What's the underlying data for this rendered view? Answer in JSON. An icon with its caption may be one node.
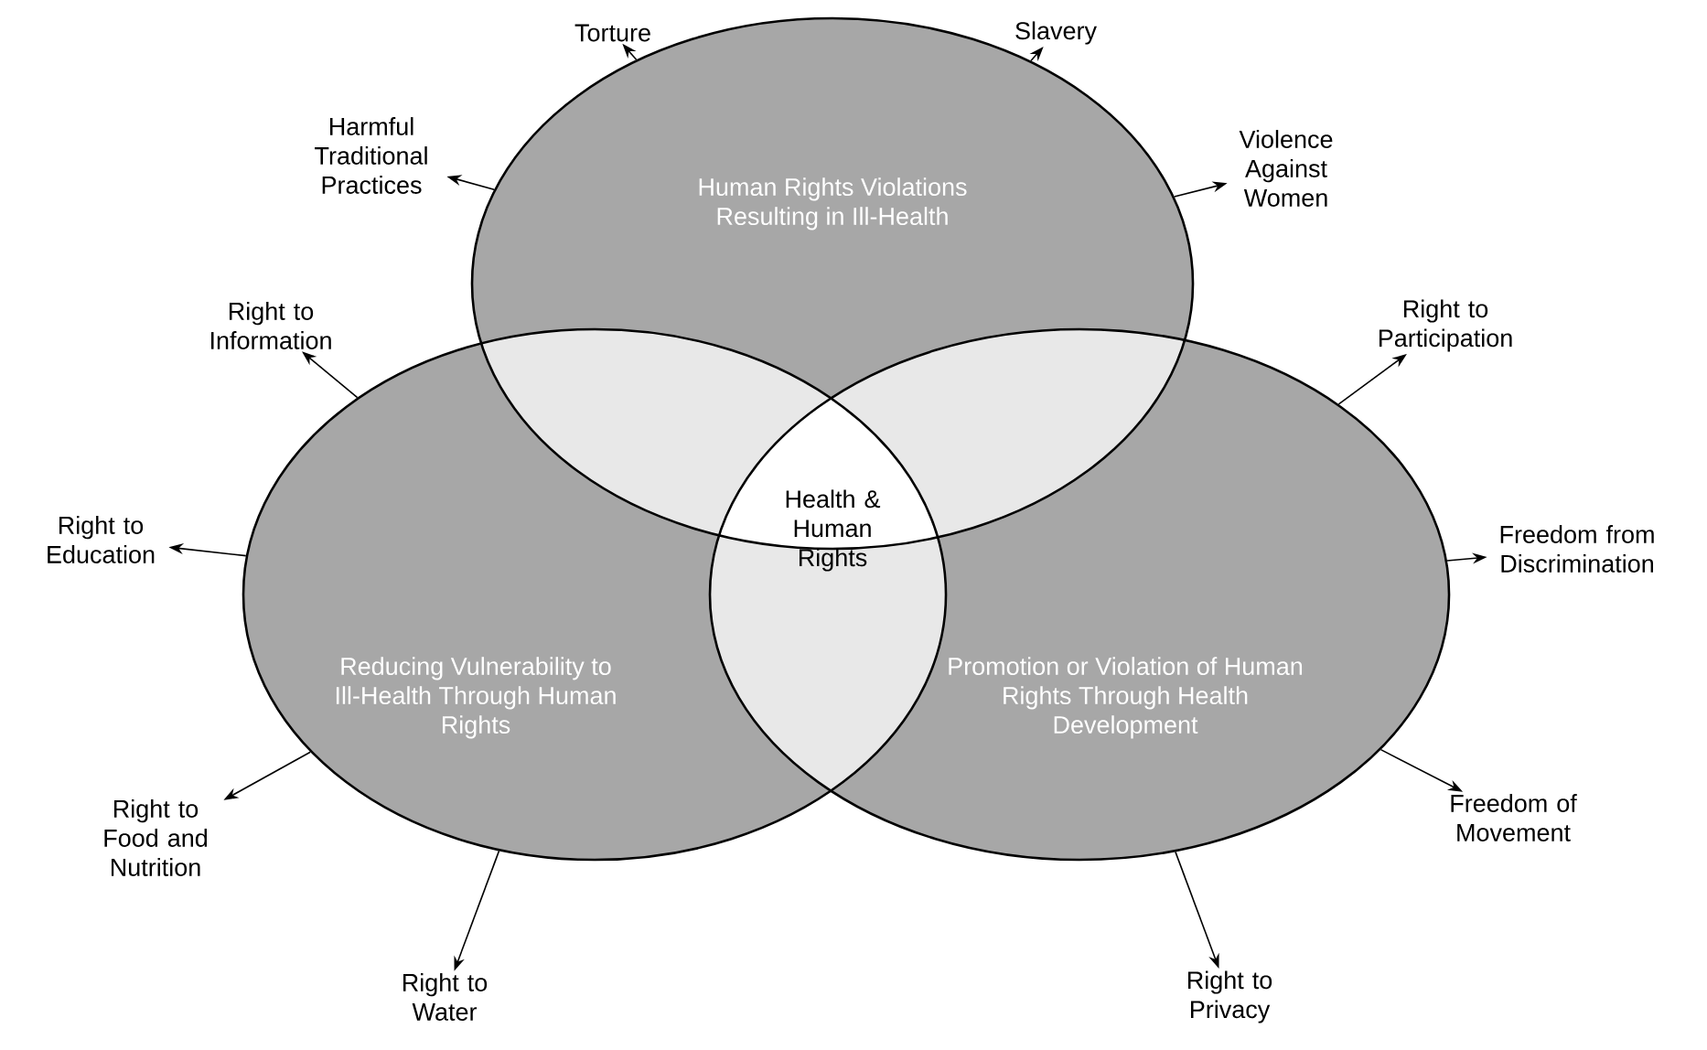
{
  "diagram": {
    "nodes": [
      {
        "text": [
          "Human Rights Violations Resulting in Ill-Health"
        ]
      },
      {
        "text": [
          "Reducing Vulnerability to Ill-Health Through Human Rights"
        ]
      },
      {
        "text": [
          "Promotion or Violation of Human Rights Through Health Development"
        ]
      },
      {
        "text": [
          "Health & Human Rights"
        ]
      },
      {
        "text": [
          "Torture"
        ]
      },
      {
        "text": [
          "Slavery"
        ]
      },
      {
        "text": [
          "Harmful Traditional Practices"
        ]
      },
      {
        "text": [
          "Violence Against Women"
        ]
      },
      {
        "text": [
          "Right to Information"
        ]
      },
      {
        "text": [
          "Right to Participation"
        ]
      },
      {
        "text": [
          "Right to Education"
        ]
      },
      {
        "text": [
          "Freedom from Discrimination"
        ]
      },
      {
        "text": [
          "Right to Food and Nutrition"
        ]
      },
      {
        "text": [
          "Freedom of Movement"
        ]
      },
      {
        "text": [
          "Right to Water"
        ]
      },
      {
        "text": [
          "Right to Privacy"
        ]
      }
    ],
    "edges": [
      {
        "from": 0,
        "to": 4,
        "arrow": "to"
      },
      {
        "from": 0,
        "to": 5,
        "arrow": "to"
      },
      {
        "from": 0,
        "to": 6,
        "arrow": "to"
      },
      {
        "from": 0,
        "to": 7,
        "arrow": "to"
      },
      {
        "from": 1,
        "to": 8,
        "arrow": "to"
      },
      {
        "from": 2,
        "to": 9,
        "arrow": "to"
      },
      {
        "from": 1,
        "to": 10,
        "arrow": "to"
      },
      {
        "from": 2,
        "to": 11,
        "arrow": "to"
      },
      {
        "from": 1,
        "to": 12,
        "arrow": "to"
      },
      {
        "from": 2,
        "to": 13,
        "arrow": "to"
      },
      {
        "from": 1,
        "to": 14,
        "arrow": "to"
      },
      {
        "from": 2,
        "to": 15,
        "arrow": "to"
      }
    ]
  }
}
